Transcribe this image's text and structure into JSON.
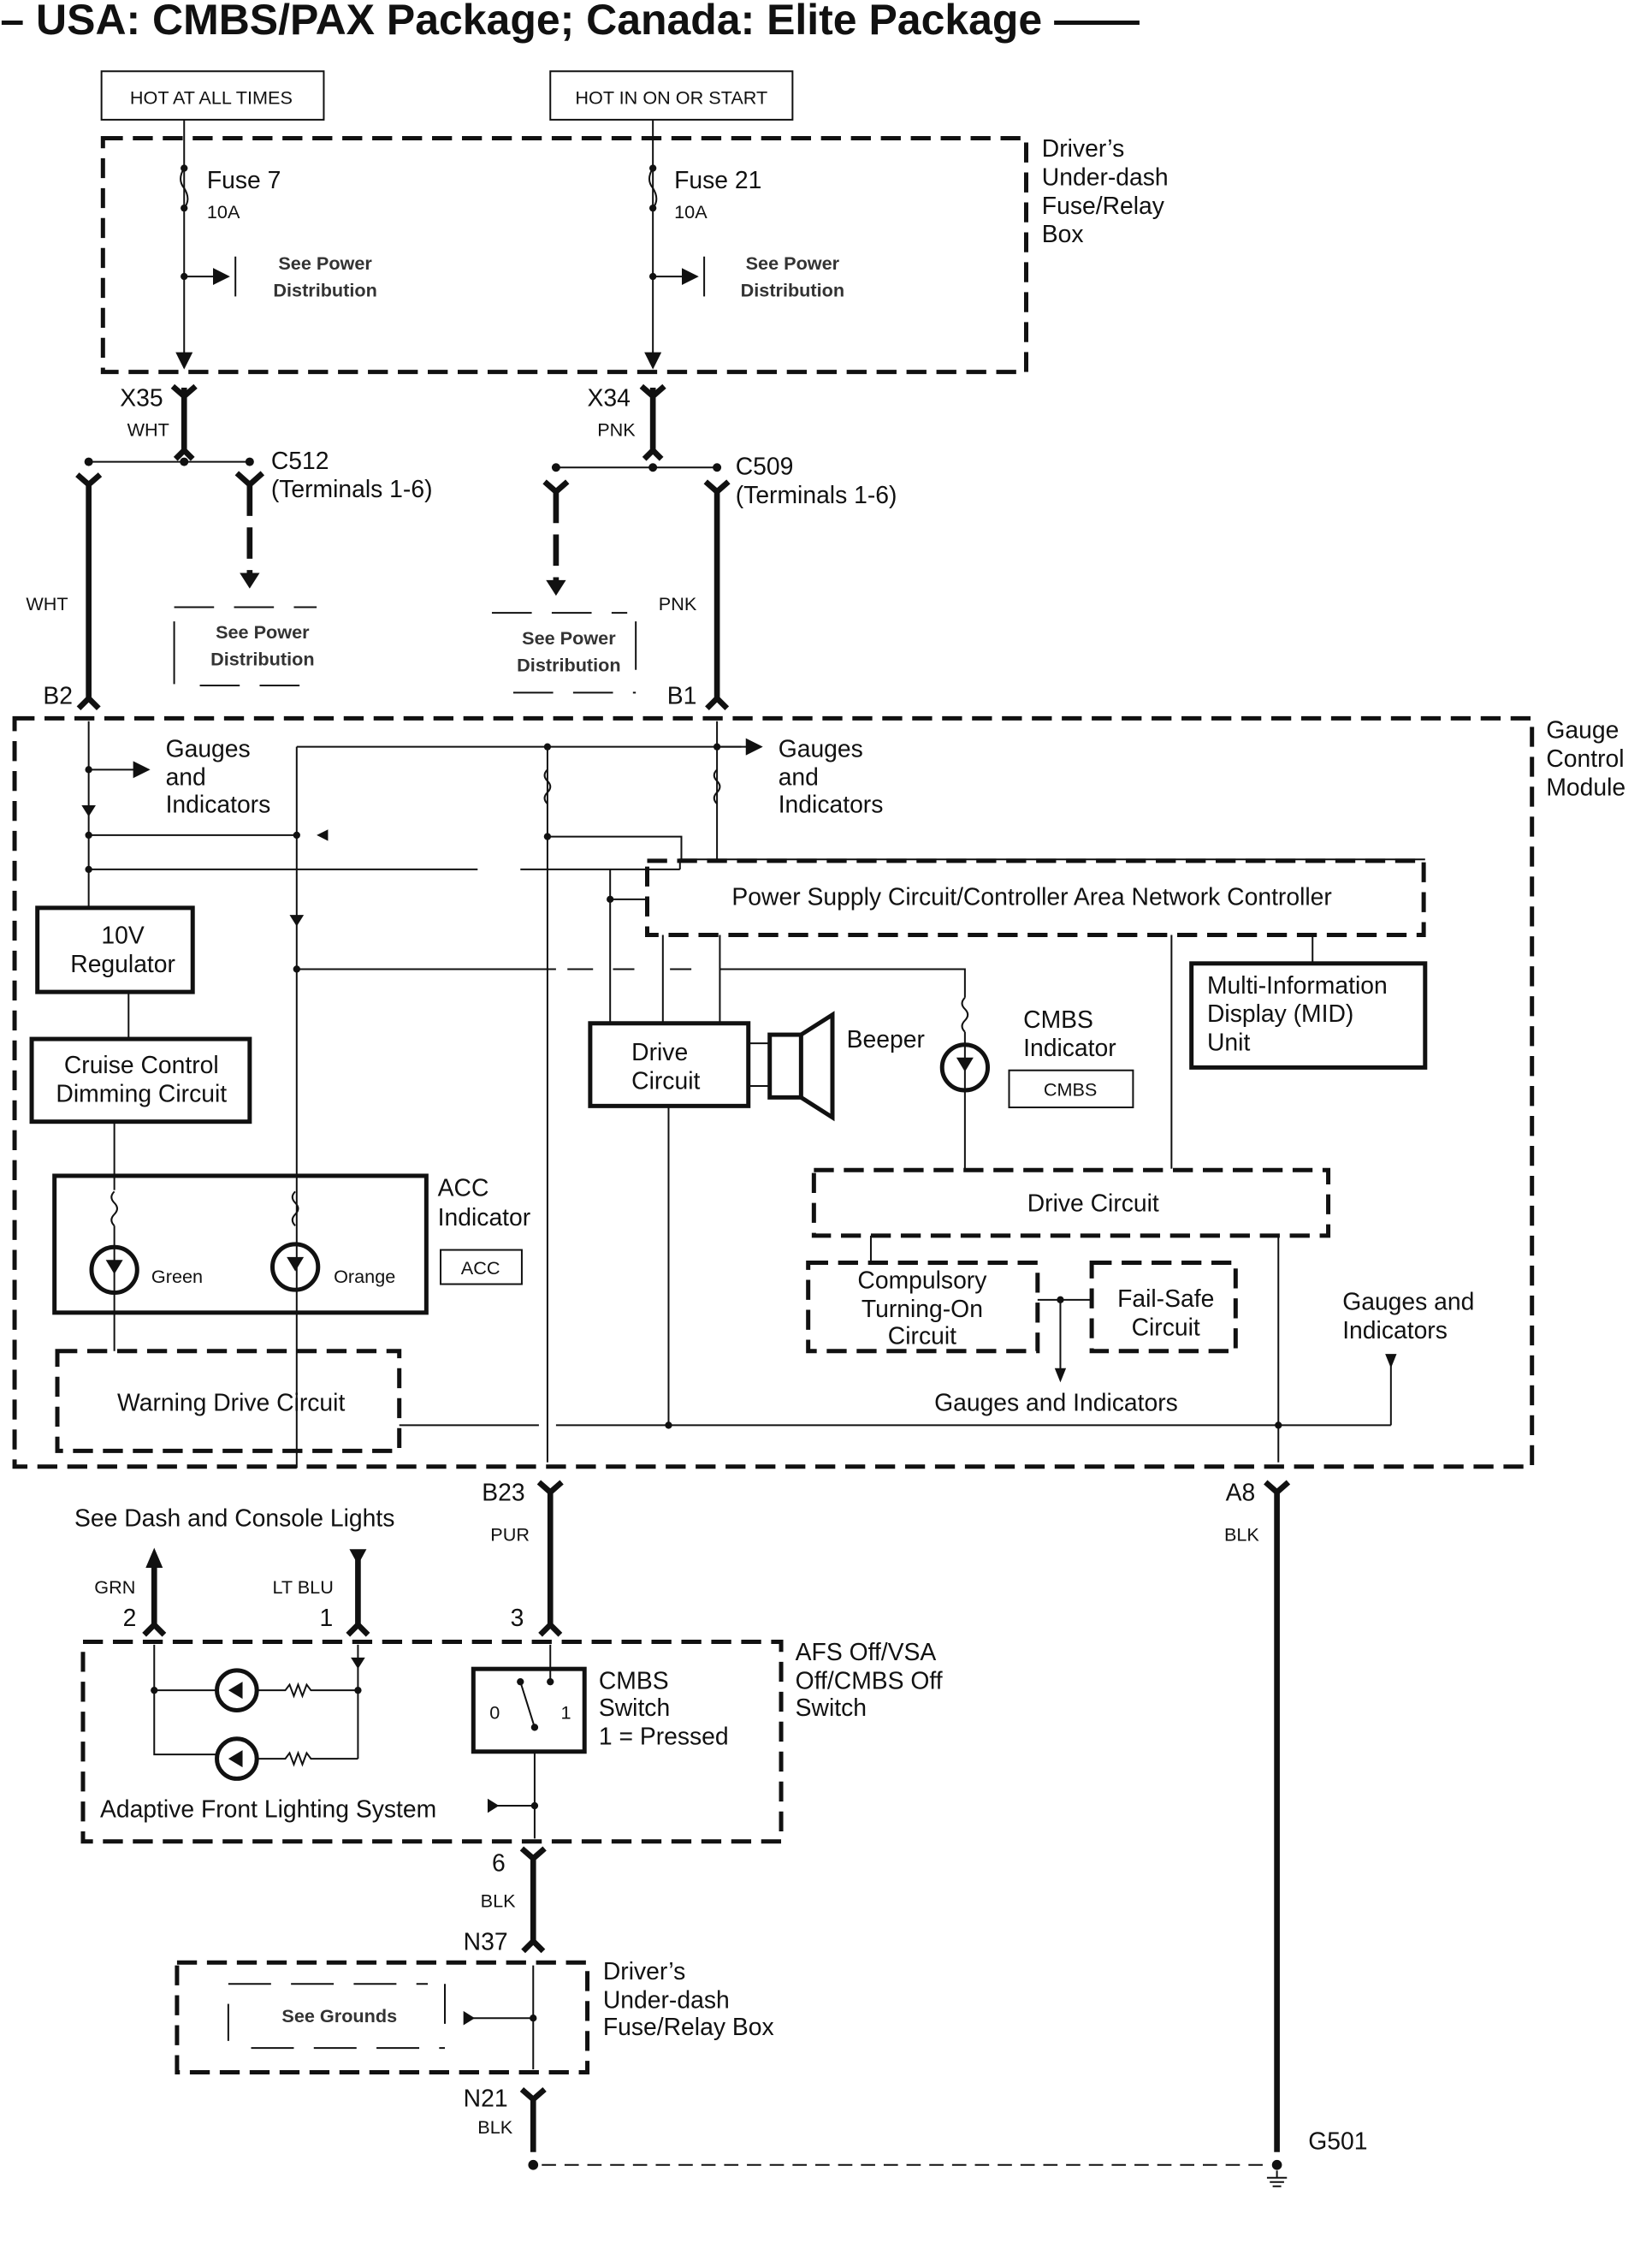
{
  "title": "– USA: CMBS/PAX Package; Canada: Elite Package ——",
  "power_sources": [
    {
      "label": "HOT AT ALL TIMES"
    },
    {
      "label": "HOT IN ON OR START"
    }
  ],
  "fuse_box_top": {
    "name_lines": [
      "Driver’s",
      "Under-dash",
      "Fuse/Relay",
      "Box"
    ],
    "fuses": [
      {
        "name": "Fuse 7",
        "rating": "10A",
        "ref_lines": [
          "See Power",
          "Distribution"
        ]
      },
      {
        "name": "Fuse 21",
        "rating": "10A",
        "ref_lines": [
          "See Power",
          "Distribution"
        ]
      }
    ]
  },
  "connectors": {
    "x35": {
      "id": "X35",
      "wire": "WHT"
    },
    "x34": {
      "id": "X34",
      "wire": "PNK"
    },
    "c512": {
      "id": "C512",
      "note": "(Terminals 1-6)"
    },
    "c509": {
      "id": "C509",
      "note": "(Terminals 1-6)"
    },
    "b2": {
      "id": "B2",
      "wire": "WHT"
    },
    "b1": {
      "id": "B1",
      "wire": "PNK"
    },
    "b23": {
      "id": "B23",
      "wire": "PUR"
    },
    "a8": {
      "id": "A8",
      "wire": "BLK"
    },
    "pin6": {
      "id": "6",
      "wire": "BLK"
    },
    "n37": {
      "id": "N37"
    },
    "n21": {
      "id": "N21",
      "wire": "BLK"
    },
    "g501": {
      "id": "G501"
    }
  },
  "power_dist_refs": [
    {
      "lines": [
        "See Power",
        "Distribution"
      ]
    },
    {
      "lines": [
        "See Power",
        "Distribution"
      ]
    }
  ],
  "gauge_module": {
    "name_lines": [
      "Gauge",
      "Control",
      "Module"
    ],
    "gauges_left": [
      "Gauges",
      "and",
      "Indicators"
    ],
    "gauges_right": [
      "Gauges",
      "and",
      "Indicators"
    ],
    "regulator": [
      "10V",
      "Regulator"
    ],
    "cruise": [
      "Cruise Control",
      "Dimming Circuit"
    ],
    "acc": {
      "name_lines": [
        "ACC",
        "Indicator"
      ],
      "badge": "ACC",
      "leds": [
        "Green",
        "Orange"
      ]
    },
    "warning_drive": "Warning Drive Circuit",
    "psu": "Power Supply Circuit/Controller Area Network Controller",
    "mid": [
      "Multi-Information",
      "Display (MID)",
      "Unit"
    ],
    "drive_circuit_1": [
      "Drive",
      "Circuit"
    ],
    "beeper": "Beeper",
    "cmbs_indicator": {
      "name_lines": [
        "CMBS",
        "Indicator"
      ],
      "badge": "CMBS"
    },
    "drive_circuit_2": "Drive Circuit",
    "compulsory": [
      "Compulsory",
      "Turning-On",
      "Circuit"
    ],
    "failsafe": [
      "Fail-Safe",
      "Circuit"
    ],
    "gauges_bottom": "Gauges and Indicators",
    "gauges_right_bottom": [
      "Gauges and",
      "Indicators"
    ]
  },
  "switch_section": {
    "see_dash": "See Dash and Console Lights",
    "pins": [
      {
        "num": "2",
        "wire": "GRN"
      },
      {
        "num": "1",
        "wire": "LT BLU"
      },
      {
        "num": "3"
      }
    ],
    "name_lines": [
      "AFS Off/VSA",
      "Off/CMBS Off",
      "Switch"
    ],
    "cmbs_switch": [
      "CMBS",
      "Switch",
      "1 = Pressed"
    ],
    "switch_positions": [
      "0",
      "1"
    ],
    "afs": "Adaptive Front Lighting System"
  },
  "fuse_box_bottom": {
    "name_lines": [
      "Driver’s",
      "Under-dash",
      "Fuse/Relay Box"
    ],
    "ref": "See Grounds"
  }
}
